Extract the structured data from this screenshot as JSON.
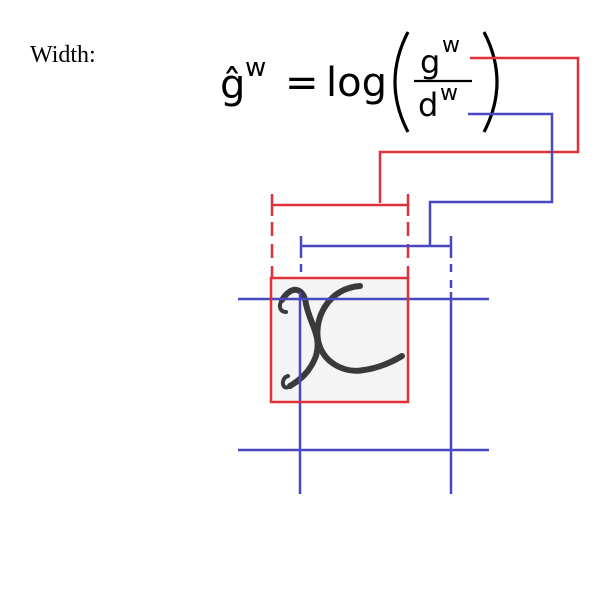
{
  "heading": {
    "label": "Width:"
  },
  "formula": {
    "lhs": "ĝ",
    "lhs_superscript": "w",
    "equals": "=",
    "log": "log",
    "numerator": "g",
    "numerator_superscript": "w",
    "denominator": "d",
    "denominator_superscript": "w"
  },
  "colors": {
    "ground_truth": "#e0303a",
    "default_box": "#4848c0",
    "text": "#000000",
    "glyph": "#3a3a3a"
  },
  "icons": {
    "glyph": "handwritten-character-image"
  }
}
